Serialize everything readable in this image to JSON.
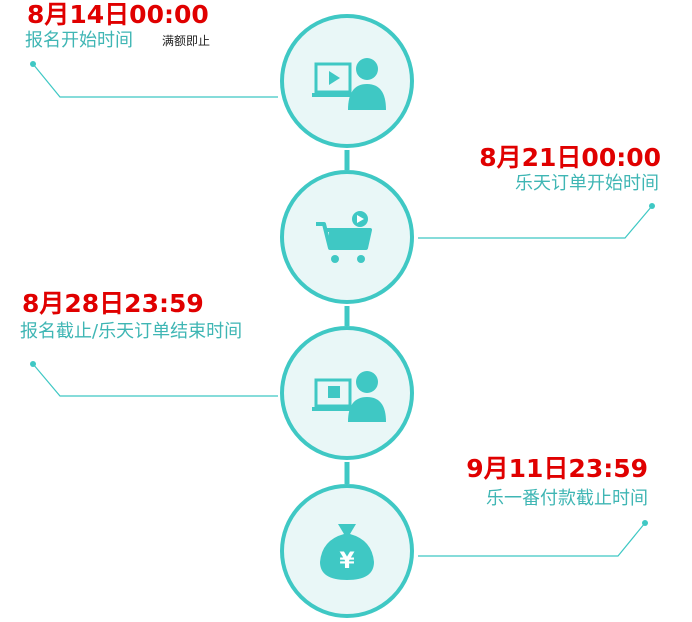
{
  "colors": {
    "accent": "#3fc8c4",
    "date": "#e00000",
    "description": "#3fb6b4",
    "circle_fill": "#e9f7f7"
  },
  "milestones": [
    {
      "date": "8月14日00:00",
      "label": "报名开始时间",
      "note": "满额即止",
      "icon": "video-user-icon"
    },
    {
      "date": "8月21日00:00",
      "label": "乐天订单开始时间",
      "icon": "shopping-cart-icon"
    },
    {
      "date": "8月28日23:59",
      "label": "报名截止/乐天订单结束时间",
      "icon": "video-user-icon"
    },
    {
      "date": "9月11日23:59",
      "label": "乐一番付款截止时间",
      "icon": "money-bag-icon"
    }
  ]
}
